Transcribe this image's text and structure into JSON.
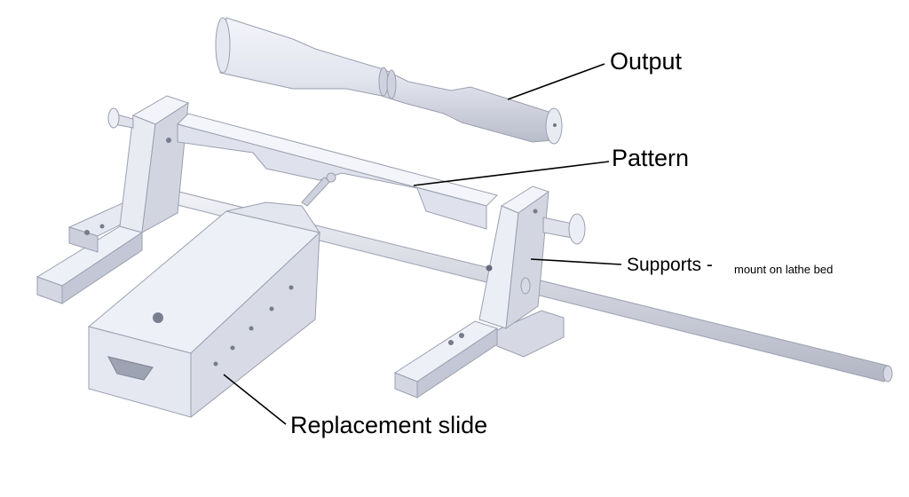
{
  "labels": {
    "output": "Output",
    "pattern": "Pattern",
    "supports": "Supports -",
    "supports_note": "mount on lathe bed",
    "replacement_slide": "Replacement slide"
  },
  "colors": {
    "background": "#ffffff",
    "part_light": "#eef0f7",
    "part_mid": "#d9dce8",
    "part_dark": "#b8bccb",
    "outline": "#8e93a3",
    "leader": "#000000"
  }
}
